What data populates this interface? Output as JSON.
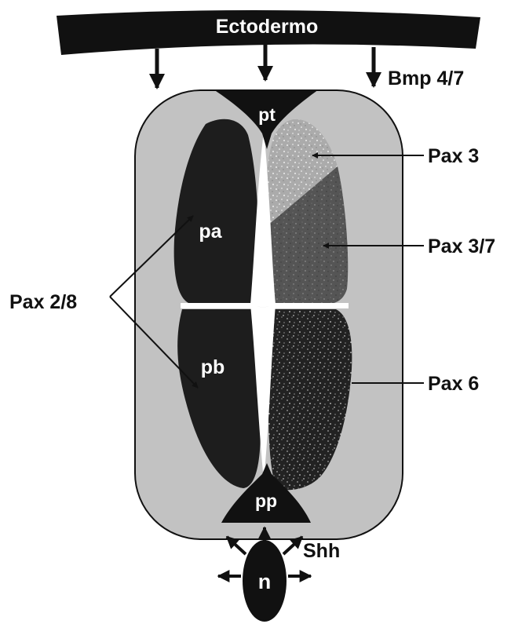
{
  "labels": {
    "ectoderm": "Ectodermo",
    "bmp": "Bmp 4/7",
    "roof_plate": "pt",
    "alar_plate": "pa",
    "basal_plate": "pb",
    "floor_plate": "pp",
    "notochord": "n",
    "shh": "Shh",
    "pax3": "Pax 3",
    "pax37": "Pax 3/7",
    "pax28": "Pax 2/8",
    "pax6": "Pax 6"
  },
  "colors": {
    "background": "#ffffff",
    "ectoderm_band": "#111111",
    "tube_fill": "#c2c2c2",
    "dark_region": "#1d1d1d",
    "pax3_region": "#b0b0b0",
    "pax37_region": "#5c5c5c",
    "pax6_region": "#262626",
    "lines": "#111111"
  }
}
